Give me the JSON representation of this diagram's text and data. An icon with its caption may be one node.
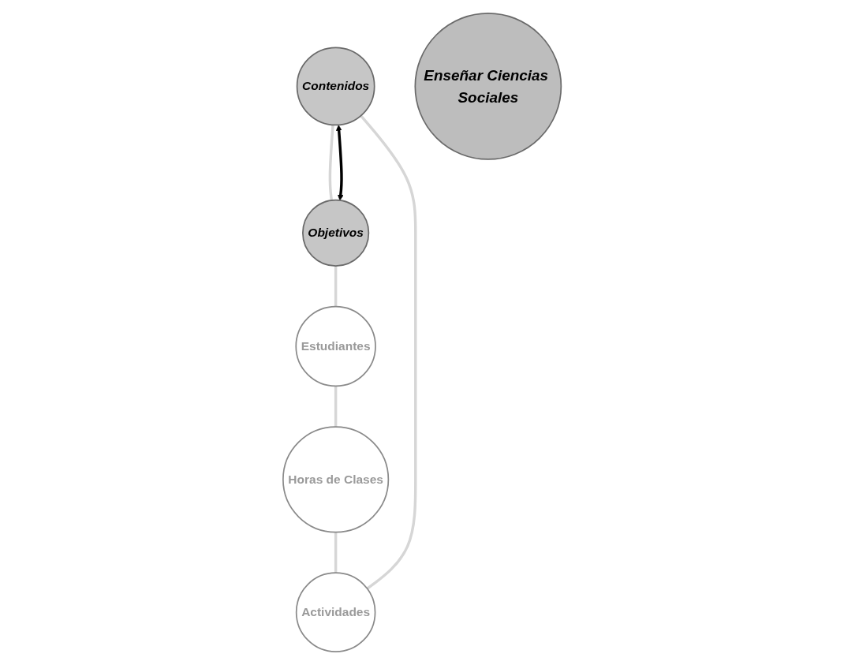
{
  "diagram": {
    "nodes": [
      {
        "text": [
          "Contenidos"
        ]
      },
      {
        "text": [
          "Actividades"
        ]
      },
      {
        "text": [
          "Objetivos"
        ]
      },
      {
        "text": [
          "Enseñar Ciencias Sociales"
        ]
      },
      {
        "text": [
          "Horas de Clases"
        ]
      },
      {
        "text": [
          "Estudiantes"
        ]
      }
    ],
    "edges": [
      {
        "from": 0,
        "to": 2,
        "arrow": "none"
      },
      {
        "from": 2,
        "to": 5,
        "arrow": "none"
      },
      {
        "from": 5,
        "to": 4,
        "arrow": "none"
      },
      {
        "from": 4,
        "to": 1,
        "arrow": "none"
      },
      {
        "from": 1,
        "to": 0,
        "arrow": "none"
      },
      {
        "from": 0,
        "to": 2,
        "arrow": "both",
        "color": "#000000"
      }
    ]
  }
}
